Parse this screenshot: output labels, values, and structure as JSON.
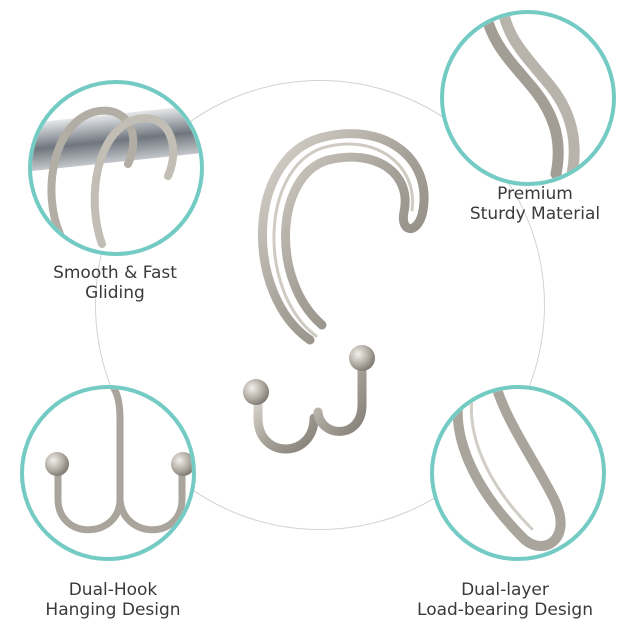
{
  "colors": {
    "accent": "#74cbc4",
    "metal": "#a8a39a",
    "text": "#3a3a3a",
    "ring": "#cfd3d3"
  },
  "features": [
    {
      "line1": "Smooth & Fast",
      "line2": "Gliding"
    },
    {
      "line1": "Premium",
      "line2": "Sturdy Material"
    },
    {
      "line1": "Dual-Hook",
      "line2": "Hanging Design"
    },
    {
      "line1": "Dual-layer",
      "line2": "Load-bearing Design"
    }
  ]
}
